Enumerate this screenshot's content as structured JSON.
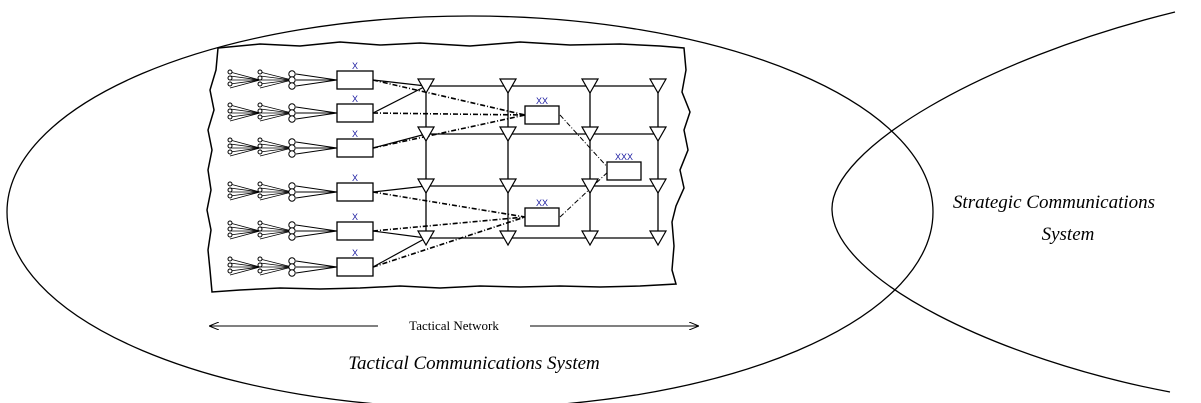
{
  "tactical_system_label": "Tactical Communications System",
  "strategic_system_label": [
    "Strategic Communications",
    "System"
  ],
  "tactical_network_label": "Tactical Network",
  "unit_labels": {
    "x": "X",
    "xx": "XX",
    "xxx": "XXX"
  },
  "colors": {
    "line": "#000000",
    "unit_label": "#1a1aa0",
    "background": "#ffffff"
  }
}
